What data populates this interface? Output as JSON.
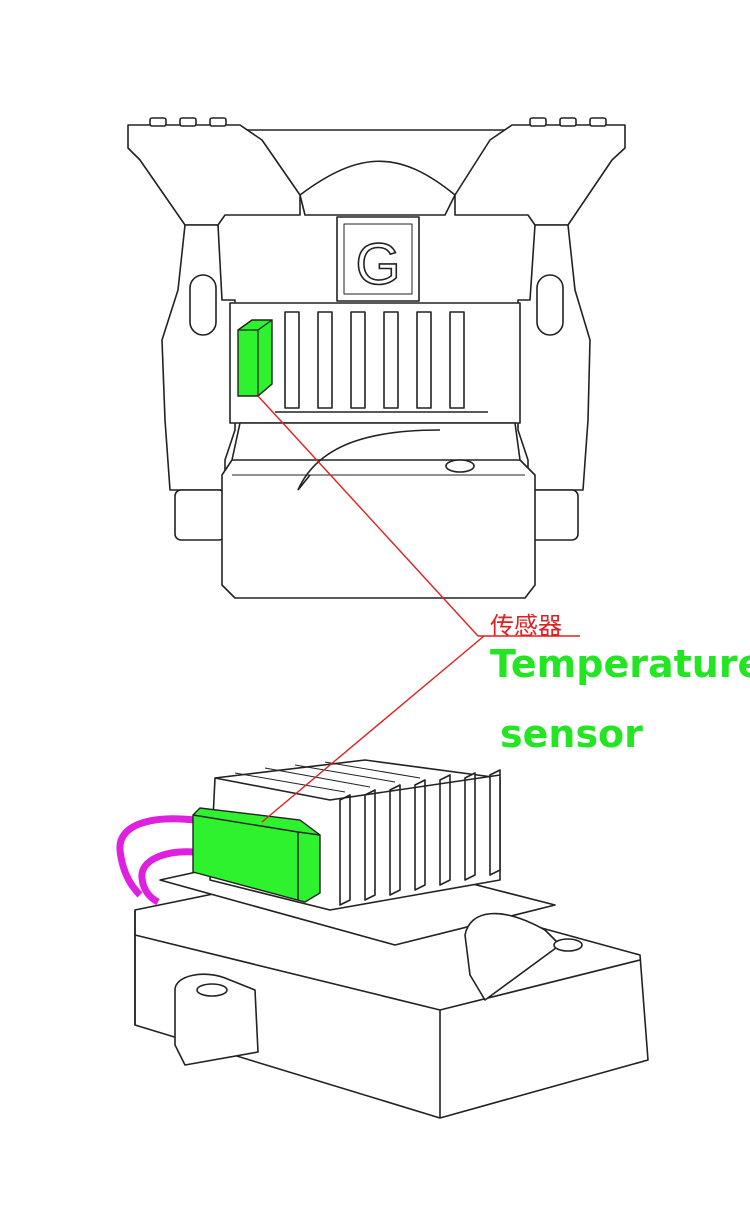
{
  "labels": {
    "logo_letter": "G",
    "sensor_cn": "传感器",
    "sensor_en_line1": "Temperature",
    "sensor_en_line2": "sensor"
  },
  "colors": {
    "sensor": "#2ef22e",
    "wire": "#e020e0",
    "leader": "#e02020",
    "label_green": "#22e622",
    "outline": "#222222"
  }
}
